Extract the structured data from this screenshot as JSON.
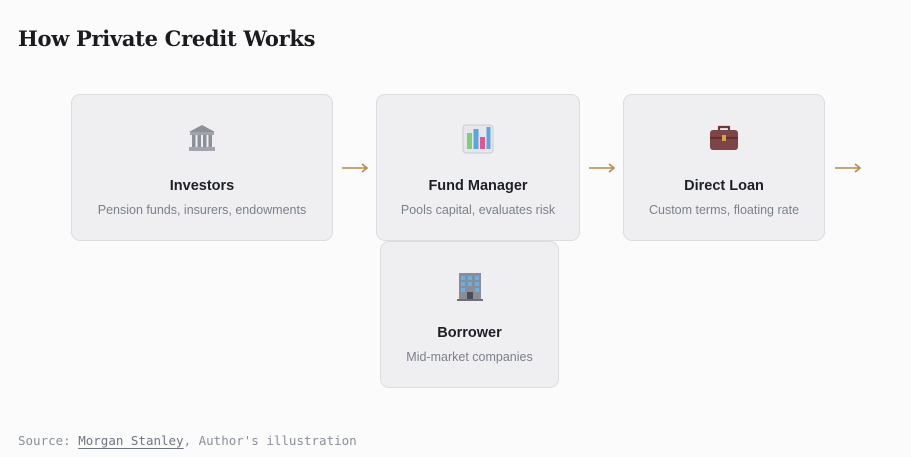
{
  "title": "How Private Credit Works",
  "nodes": [
    {
      "id": "investors",
      "icon": "bank-building-icon",
      "name": "Investors",
      "description": "Pension funds, insurers, endowments"
    },
    {
      "id": "fund_manager",
      "icon": "bar-chart-icon",
      "name": "Fund Manager",
      "description": "Pools capital, evaluates risk"
    },
    {
      "id": "direct_loan",
      "icon": "briefcase-icon",
      "name": "Direct Loan",
      "description": "Custom terms, floating rate"
    },
    {
      "id": "borrower",
      "icon": "office-building-icon",
      "name": "Borrower",
      "description": "Mid-market companies"
    }
  ],
  "arrow_color": "#b8884a",
  "source": {
    "prefix": "Source: ",
    "link_text": "Morgan Stanley",
    "suffix": ", Author's illustration"
  }
}
